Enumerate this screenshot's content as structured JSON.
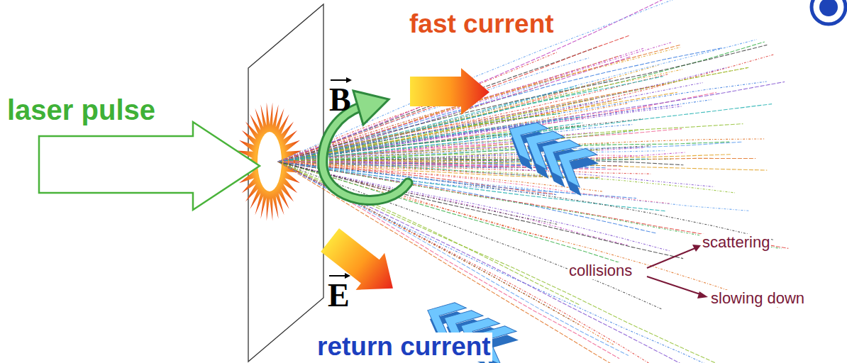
{
  "diagram": {
    "labels": [
      "fast current",
      "laser pulse",
      "B",
      "scattering",
      "collisions",
      "slowing down",
      "E",
      "return current"
    ]
  }
}
